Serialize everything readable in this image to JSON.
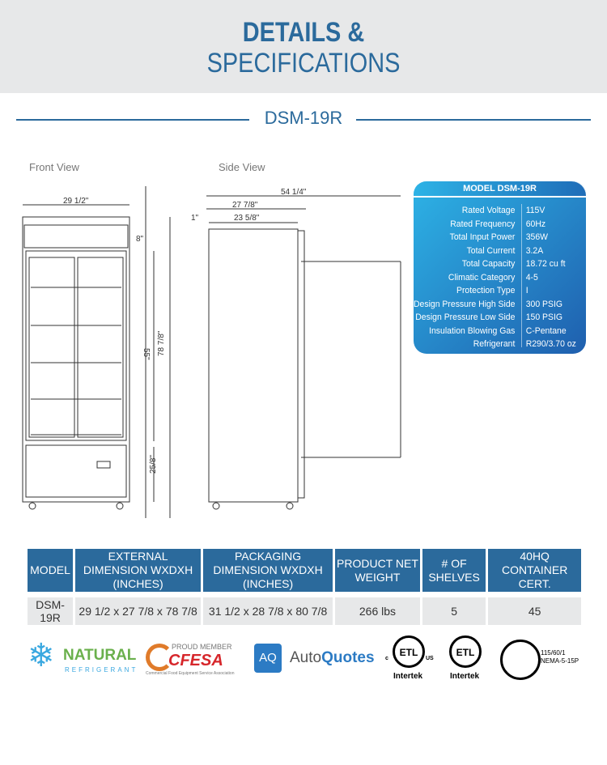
{
  "header": {
    "title_line1": "DETAILS &",
    "title_line2": "SPECIFICATIONS",
    "model": "DSM-19R"
  },
  "views": {
    "front_label": "Front View",
    "side_label": "Side View",
    "front_dims": {
      "width": "29 1/2\"",
      "top": "8\"",
      "door": "55\"",
      "total": "78 7/8\"",
      "base": "25/8\""
    },
    "side_dims": {
      "open": "54 1/4\"",
      "depth": "27 7/8\"",
      "body": "23 5/8\"",
      "offset": "1\""
    }
  },
  "spec_panel": {
    "title": "MODEL DSM-19R",
    "rows": [
      {
        "k": "Rated  Voltage",
        "v": "115V"
      },
      {
        "k": "Rated  Frequency",
        "v": "60Hz"
      },
      {
        "k": "Total Input Power",
        "v": "356W"
      },
      {
        "k": "Total Current",
        "v": "3.2A"
      },
      {
        "k": "Total Capacity",
        "v": "18.72 cu ft"
      },
      {
        "k": "Climatic Category",
        "v": "4-5"
      },
      {
        "k": "Protection Type",
        "v": "I"
      },
      {
        "k": "Design Pressure High Side",
        "v": "300 PSIG"
      },
      {
        "k": "Design Pressure Low Side",
        "v": "150 PSIG"
      },
      {
        "k": "Insulation Blowing Gas",
        "v": "C-Pentane"
      },
      {
        "k": "Refrigerant",
        "v": "R290/3.70 oz"
      }
    ]
  },
  "table": {
    "headers": [
      "MODEL",
      "EXTERNAL DIMENSION WXDXH (INCHES)",
      "PACKAGING DIMENSION WXDXH (INCHES)",
      "PRODUCT NET WEIGHT",
      "# OF SHELVES",
      "40HQ CONTAINER CERT."
    ],
    "row": [
      "DSM-19R",
      "29 1/2 x 27 7/8 x 78 7/8",
      "31 1/2 x 28 7/8 x 80 7/8",
      "266 lbs",
      "5",
      "45"
    ]
  },
  "logos": {
    "natural1": "NATURAL",
    "natural2": "REFRIGERANT",
    "cfesa_top": "PROUD MEMBER",
    "cfesa": "CFESA",
    "cfesa_sub": "Commercial Food Equipment Service Association",
    "aq": "AQ",
    "auto": "Auto",
    "quotes": "Quotes",
    "c": "c",
    "us": "US",
    "intertek": "Intertek",
    "plug1": "115/60/1",
    "plug2": "NEMA-5-15P"
  },
  "colors": {
    "brand": "#2b6a9c",
    "panel": "#1f6db8"
  }
}
